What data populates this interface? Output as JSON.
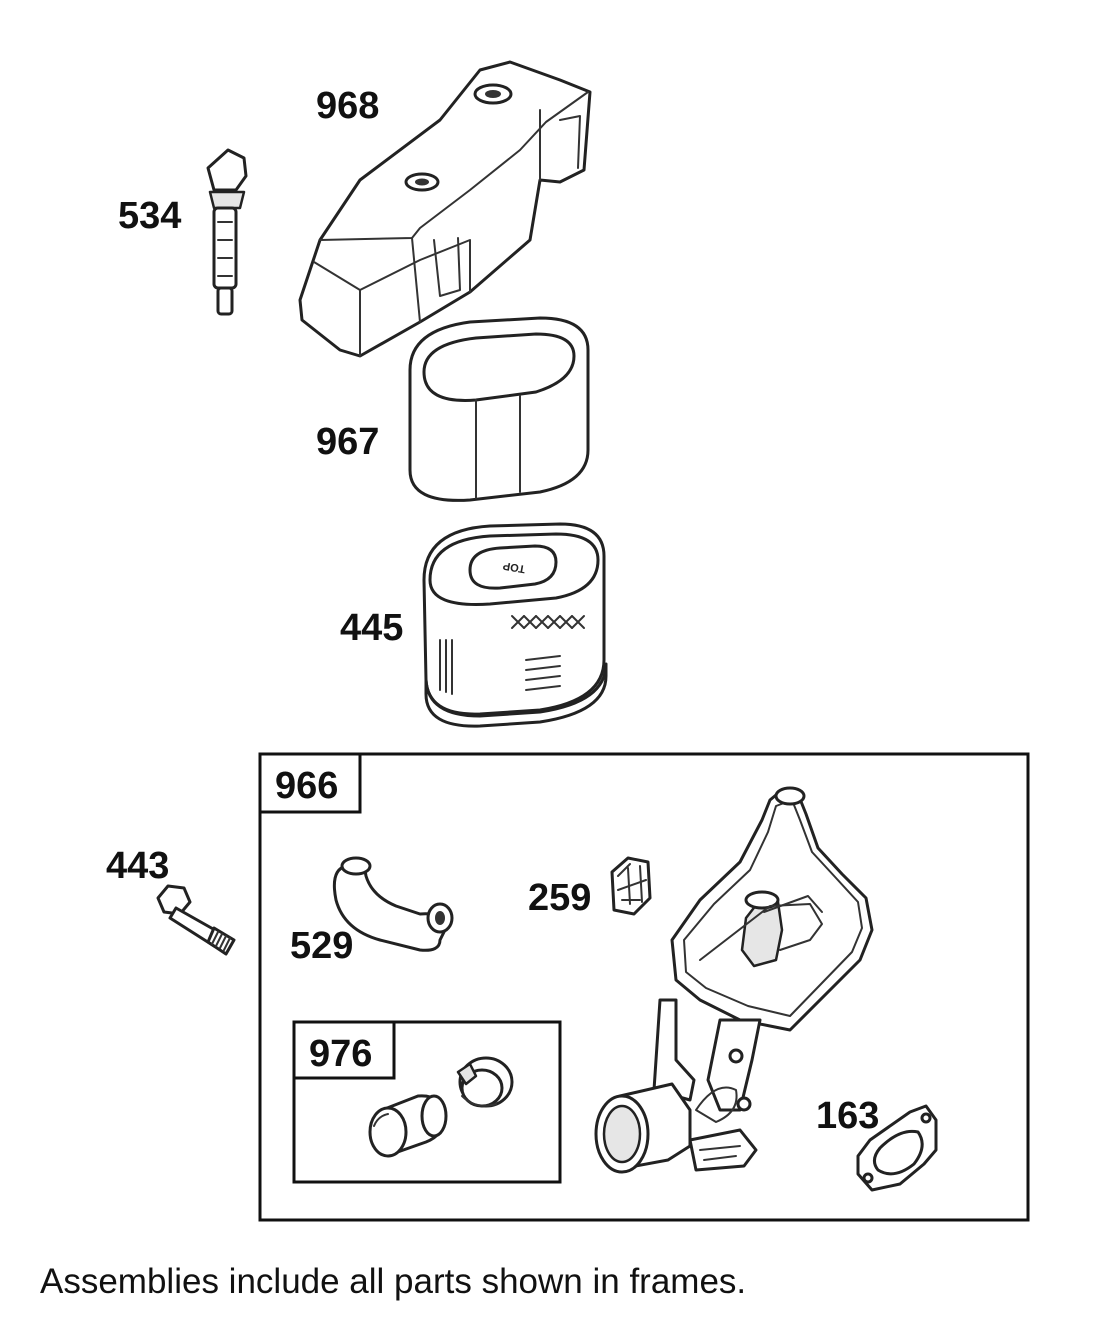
{
  "parts": {
    "p968": "968",
    "p534": "534",
    "p967": "967",
    "p445": "445",
    "p443": "443",
    "p529": "529",
    "p259": "259",
    "p163": "163"
  },
  "frames": {
    "f966": "966",
    "f976": "976"
  },
  "filter_text": "TOP",
  "caption": "Assemblies include all parts shown in frames."
}
